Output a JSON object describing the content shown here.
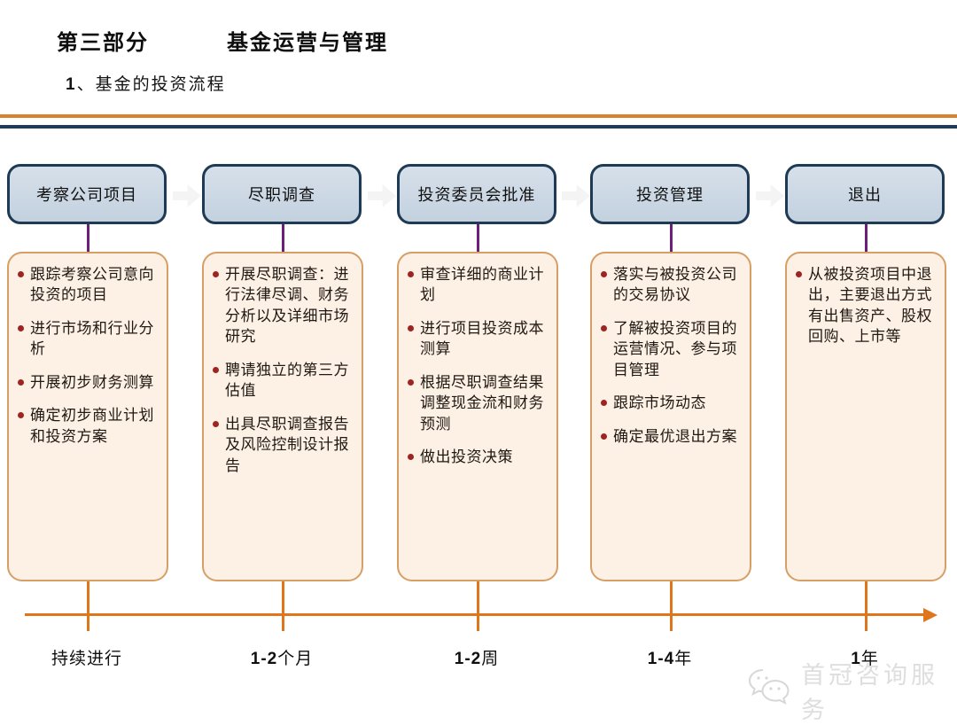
{
  "slide": {
    "title_part": "第三部分",
    "title_main": "基金运营与管理",
    "subtitle_num": "1",
    "subtitle_text": "、基金的投资流程"
  },
  "colors": {
    "rule_orange": "#d9822b",
    "rule_navy": "#1e3a5f",
    "stage_head_fill": "#c9d6e3",
    "stage_head_border": "#1e3a55",
    "stage_body_fill": "#fdf1e5",
    "stage_body_border": "#d79e66",
    "connector_purple": "#6d1d7a",
    "timeline_orange": "#e0761c",
    "bullet_red": "#9e2422"
  },
  "stages": [
    {
      "title": "考察公司项目",
      "bullets": [
        "跟踪考察公司意向投资的项目",
        "进行市场和行业分析",
        "开展初步财务测算",
        "确定初步商业计划和投资方案"
      ]
    },
    {
      "title": "尽职调查",
      "bullets": [
        "开展尽职调查：进行法律尽调、财务分析以及详细市场研究",
        "聘请独立的第三方估值",
        "出具尽职调查报告及风险控制设计报告"
      ]
    },
    {
      "title": "投资委员会批准",
      "bullets": [
        "审查详细的商业计划",
        "进行项目投资成本测算",
        "根据尽职调查结果调整现金流和财务预测",
        "做出投资决策"
      ]
    },
    {
      "title": "投资管理",
      "bullets": [
        "落实与被投资公司的交易协议",
        "了解被投资项目的运营情况、参与项目管理",
        "跟踪市场动态",
        "确定最优退出方案"
      ]
    },
    {
      "title": "退出",
      "bullets": [
        "从被投资项目中退出，主要退出方式有出售资产、股权回购、上市等"
      ]
    }
  ],
  "timeline": [
    {
      "bold": "",
      "rest": "持续进行"
    },
    {
      "bold": "1-2",
      "rest": "个月"
    },
    {
      "bold": "1-2",
      "rest": "周"
    },
    {
      "bold": "1-4",
      "rest": "年"
    },
    {
      "bold": "1",
      "rest": "年"
    }
  ],
  "watermark": {
    "text": "首冠咨询服务"
  }
}
